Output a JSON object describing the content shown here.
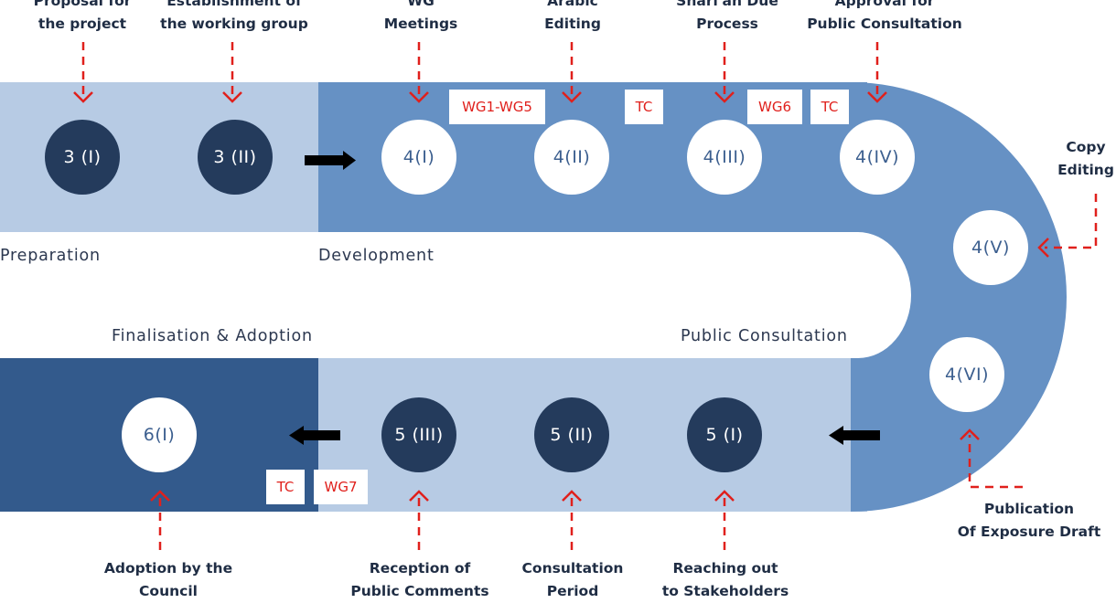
{
  "colors": {
    "pale": "#b7cbe4",
    "mid": "#6691c4",
    "deep": "#335a8c",
    "node_dark": "#243b5c",
    "accent": "#e0201c"
  },
  "sections": {
    "preparation": "Preparation",
    "development": "Development",
    "finalisation": "Finalisation & Adoption",
    "public_consultation": "Public Consultation"
  },
  "nodes": {
    "n3i": "3 (I)",
    "n3ii": "3 (II)",
    "n4i": "4(I)",
    "n4ii": "4(II)",
    "n4iii": "4(III)",
    "n4iv": "4(IV)",
    "n4v": "4(V)",
    "n4vi": "4(VI)",
    "n5i": "5 (I)",
    "n5ii": "5 (II)",
    "n5iii": "5 (III)",
    "n6i": "6(I)"
  },
  "tags": {
    "wg1_wg5": "WG1-WG5",
    "tc_a": "TC",
    "wg6": "WG6",
    "tc_b": "TC",
    "tc_c": "TC",
    "wg7": "WG7"
  },
  "labels": {
    "proposal": [
      "Proposal for",
      "the project"
    ],
    "establishment": [
      "Establishment of",
      "the working group"
    ],
    "wg_meetings": [
      "WG",
      "Meetings"
    ],
    "arabic": [
      "Arabic",
      "Editing"
    ],
    "shariah": [
      "Shari'ah Due",
      "Process"
    ],
    "approval": [
      "Approval for",
      "Public Consultation"
    ],
    "copy": [
      "Copy",
      "Editing"
    ],
    "publication": [
      "Publication",
      "Of Exposure Draft"
    ],
    "reaching": [
      "Reaching out",
      "to Stakeholders"
    ],
    "consultation": [
      "Consultation",
      "Period"
    ],
    "reception": [
      "Reception of",
      "Public Comments"
    ],
    "adoption": [
      "Adoption by the",
      "Council"
    ]
  }
}
